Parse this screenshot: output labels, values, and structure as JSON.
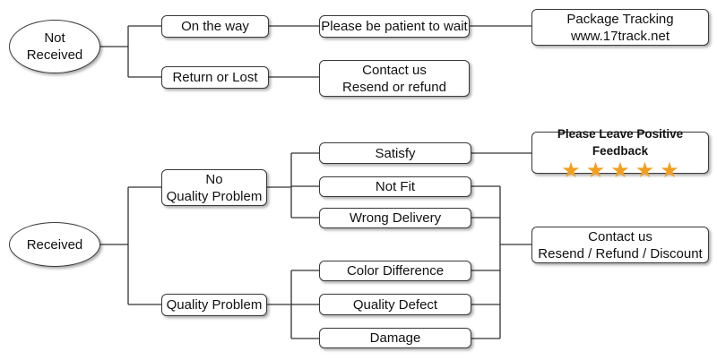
{
  "not_received": {
    "root": [
      "Not",
      "Received"
    ],
    "on_the_way": "On the way",
    "please_wait": "Please be patient to wait",
    "tracking": [
      "Package Tracking",
      "www.17track.net"
    ],
    "return_lost": "Return or Lost",
    "contact": [
      "Contact us",
      "Resend or refund"
    ]
  },
  "received": {
    "root": "Received",
    "no_quality": [
      "No",
      "Quality Problem"
    ],
    "quality": "Quality Problem",
    "satisfy": "Satisfy",
    "not_fit": "Not Fit",
    "wrong_delivery": "Wrong Delivery",
    "color_difference": "Color Difference",
    "quality_defect": "Quality Defect",
    "damage": "Damage",
    "feedback": {
      "title": "Please Leave Positive Feedback",
      "stars": 5,
      "star_color": "#f0a020"
    },
    "contact": [
      "Contact us",
      "Resend / Refund / Discount"
    ]
  }
}
